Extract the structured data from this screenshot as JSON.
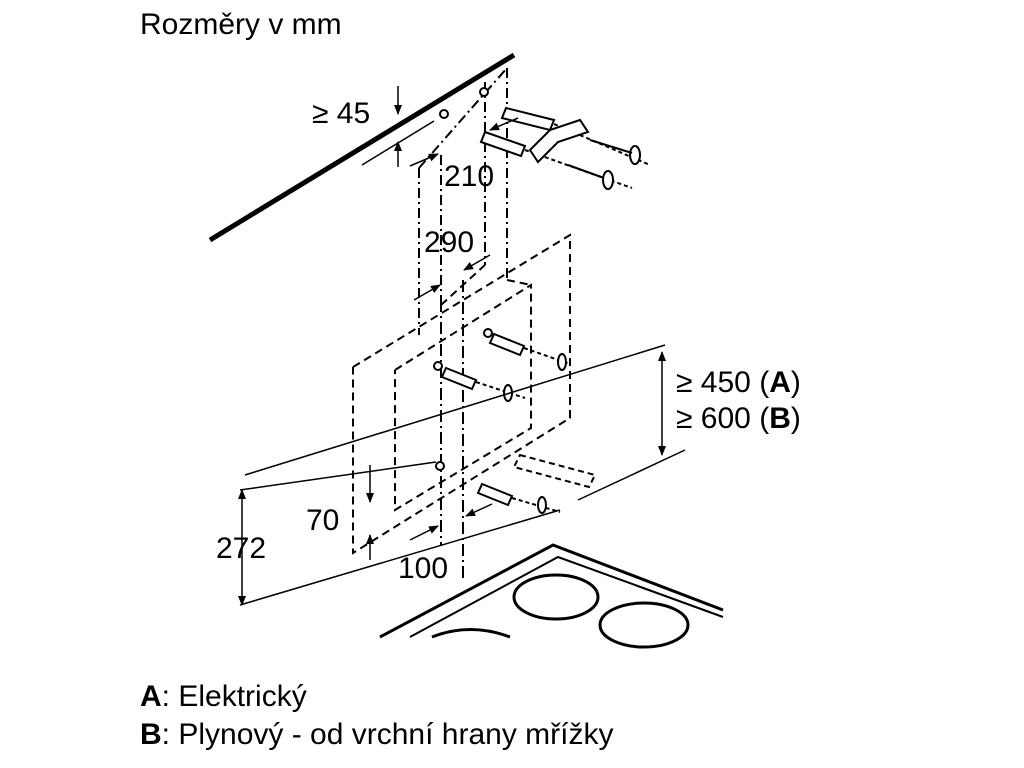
{
  "title": "Rozměry v mm",
  "dimensions": {
    "min_top_gap": "≥ 45",
    "bracket_spacing": "210",
    "chimney_width": "290",
    "hood_clearance_a": "≥ 450 (",
    "hood_clearance_a_key": "A",
    "hood_clearance_b": "≥ 600 (",
    "hood_clearance_b_key": "B",
    "close_paren": ")",
    "side_offset": "70",
    "lower_height": "272",
    "center_offset": "100"
  },
  "legend": [
    {
      "key": "A",
      "text": ": Elektrický"
    },
    {
      "key": "B",
      "text": ": Plynový - od vrchní hrany mřížky"
    }
  ],
  "colors": {
    "line": "#000000",
    "background": "#ffffff"
  }
}
